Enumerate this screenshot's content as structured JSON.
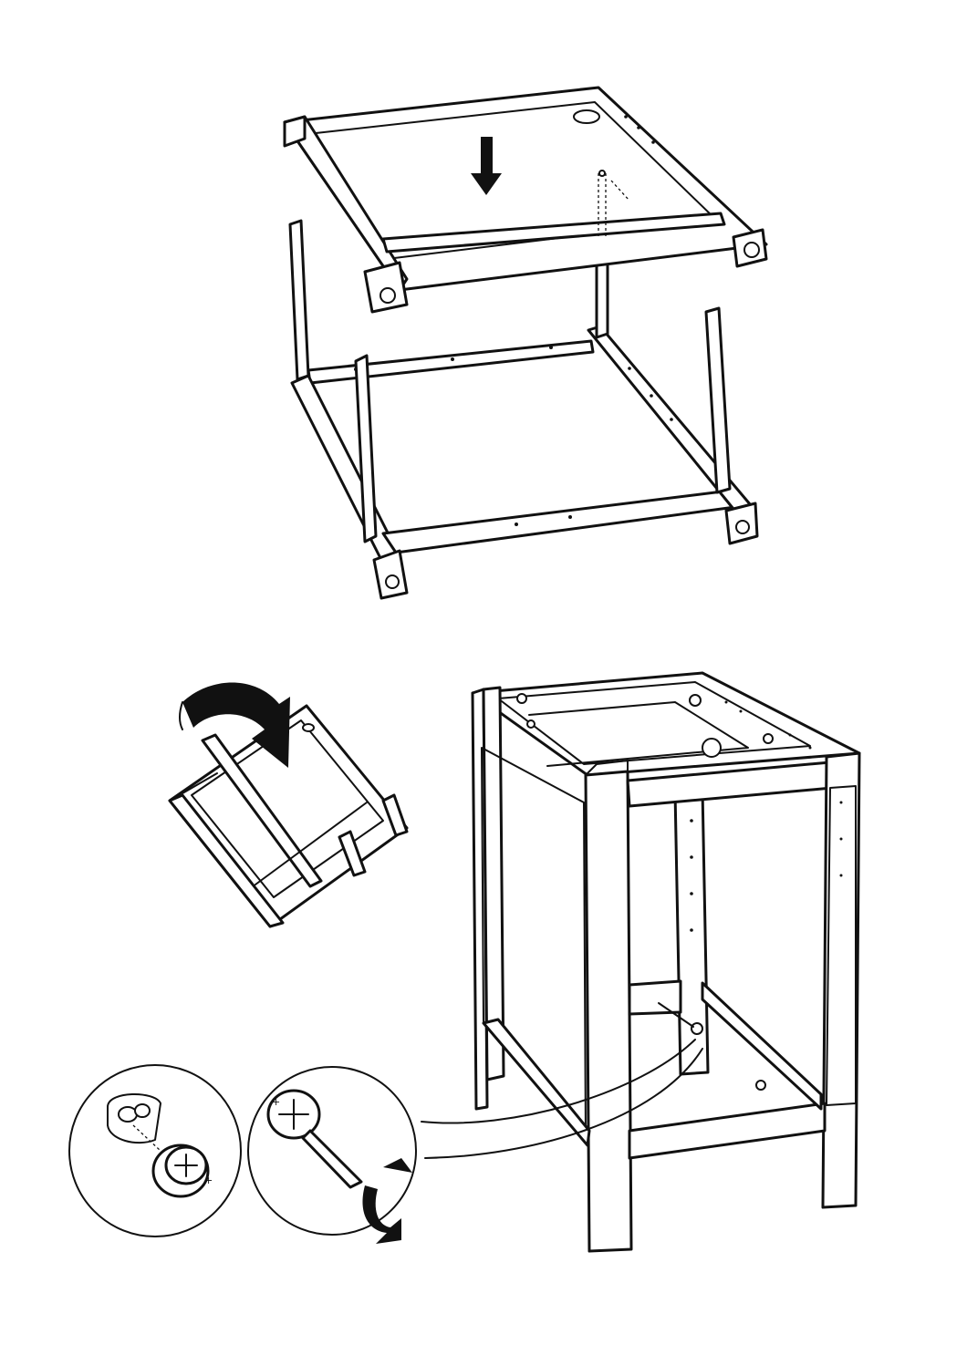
{
  "page": {
    "background": "#ffffff",
    "ink": "#111111"
  },
  "steps": [
    {
      "id": "attach-top-frame",
      "arrow": "arrow-down-icon"
    },
    {
      "id": "flip-frame",
      "arrow": "curved-arrow-icon"
    },
    {
      "id": "tighten-cam-locks",
      "arrow": "rotate-clockwise-icon"
    }
  ],
  "detail": {
    "markers": [
      "+",
      "+"
    ]
  }
}
